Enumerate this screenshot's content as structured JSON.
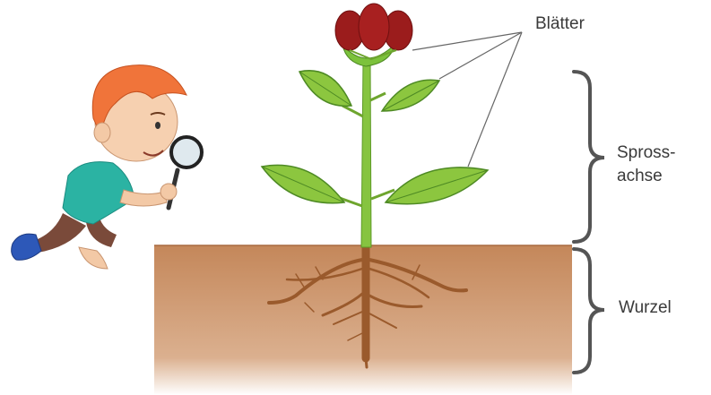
{
  "labels": {
    "leaves": "Blätter",
    "stem_line1": "Spross-",
    "stem_line2": "achse",
    "root": "Wurzel"
  },
  "colors": {
    "soil": "#c98a5e",
    "stem": "#86c440",
    "leaf": "#8cc63f",
    "flower": "#9b1c1c",
    "root": "#9a5a2c",
    "bracket": "#555555"
  }
}
